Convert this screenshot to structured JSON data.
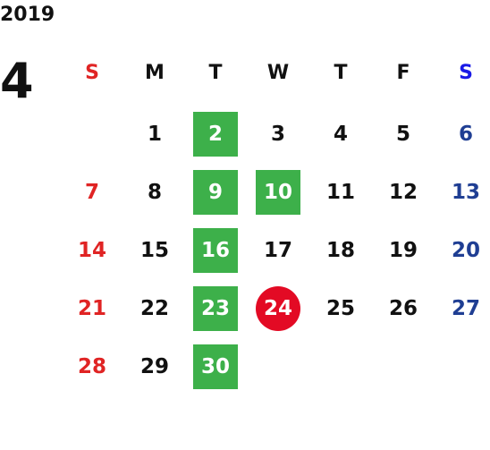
{
  "year": "2019",
  "month": "4",
  "weekdays": [
    "S",
    "M",
    "T",
    "W",
    "T",
    "F",
    "S"
  ],
  "weeks": [
    [
      "",
      "1",
      "2",
      "3",
      "4",
      "5",
      "6"
    ],
    [
      "7",
      "8",
      "9",
      "10",
      "11",
      "12",
      "13"
    ],
    [
      "14",
      "15",
      "16",
      "17",
      "18",
      "19",
      "20"
    ],
    [
      "21",
      "22",
      "23",
      "24",
      "25",
      "26",
      "27"
    ],
    [
      "28",
      "29",
      "30",
      "",
      "",
      "",
      ""
    ]
  ],
  "highlighted_green": [
    "2",
    "9",
    "10",
    "16",
    "23",
    "30"
  ],
  "highlighted_circle": [
    "24"
  ],
  "colors": {
    "sunday": "#e02424",
    "saturday": "#1f3e93",
    "saturday_header": "#1a1ae6",
    "green_highlight": "#3db04a",
    "circle_highlight": "#e30a24",
    "text": "#111111"
  }
}
